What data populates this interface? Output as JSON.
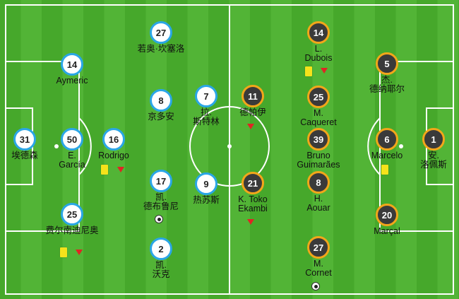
{
  "teams": {
    "home": {
      "players": [
        {
          "number": "31",
          "name": "埃德森"
        },
        {
          "number": "50",
          "name": "E.\nGarcía"
        },
        {
          "number": "16",
          "name": "Rodrigo"
        },
        {
          "number": "14",
          "name": "Aymeric"
        },
        {
          "number": "25",
          "name": "费尔南迪尼奥"
        },
        {
          "number": "27",
          "name": "若奥·坎塞洛"
        },
        {
          "number": "8",
          "name": "京多安"
        },
        {
          "number": "17",
          "name": "凯.\n德布鲁尼"
        },
        {
          "number": "2",
          "name": "凯.\n沃克"
        },
        {
          "number": "7",
          "name": "拉.\n斯特林"
        },
        {
          "number": "9",
          "name": "热苏斯"
        }
      ]
    },
    "away": {
      "players": [
        {
          "number": "1",
          "name": "安.\n洛佩斯"
        },
        {
          "number": "5",
          "name": "杰.\n德纳耶尔"
        },
        {
          "number": "6",
          "name": "Marcelo"
        },
        {
          "number": "20",
          "name": "Marçal"
        },
        {
          "number": "14",
          "name": "L.\nDubois"
        },
        {
          "number": "25",
          "name": "M.\nCaqueret"
        },
        {
          "number": "39",
          "name": "Bruno\nGuimarães"
        },
        {
          "number": "8",
          "name": "H.\nAouar"
        },
        {
          "number": "27",
          "name": "M.\nCornet"
        },
        {
          "number": "11",
          "name": "德帕伊"
        },
        {
          "number": "21",
          "name": "K. Toko\nEkambi"
        }
      ]
    }
  },
  "icons": {
    "yellow_card": "yellow-card-icon",
    "substitution": "sub-off-arrow-icon",
    "goal": "soccer-ball-icon"
  },
  "colors": {
    "home_ring": "#2aa6e6",
    "away_ring": "#f2a61a",
    "pitch_light": "#52b436",
    "pitch_dark": "#46a82b"
  }
}
